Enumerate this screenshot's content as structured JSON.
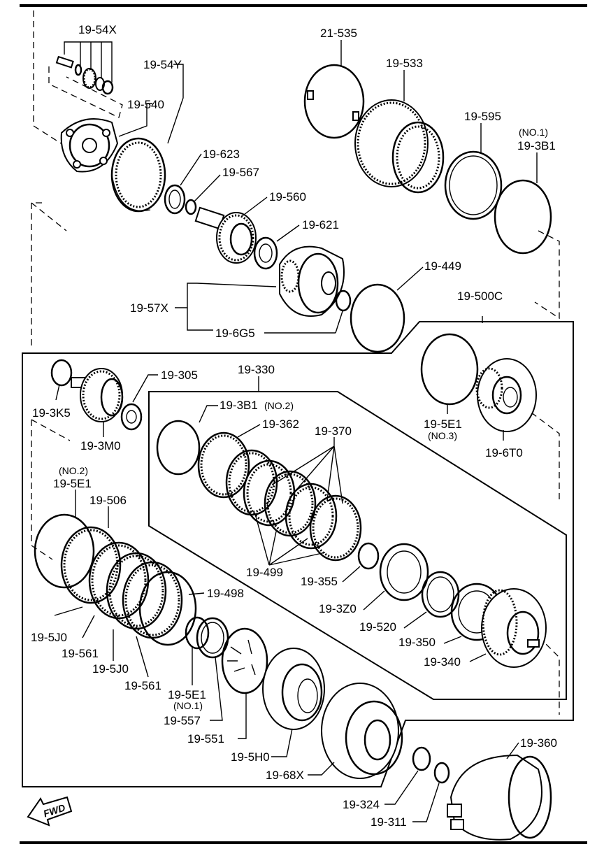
{
  "labels": {
    "p19_54X": "19-54X",
    "p19_54Y": "19-54Y",
    "p19_540": "19-540",
    "p21_535": "21-535",
    "p19_533": "19-533",
    "p19_595": "19-595",
    "p19_3B1_no1_note": "(NO.1)",
    "p19_3B1_no1": "19-3B1",
    "p19_623": "19-623",
    "p19_567": "19-567",
    "p19_560": "19-560",
    "p19_621": "19-621",
    "p19_449": "19-449",
    "p19_500C": "19-500C",
    "p19_57X": "19-57X",
    "p19_6G5": "19-6G5",
    "p19_305": "19-305",
    "p19_330": "19-330",
    "p19_3K5": "19-3K5",
    "p19_3B1_no2": "19-3B1",
    "p19_3B1_no2_note": "(NO.2)",
    "p19_362": "19-362",
    "p19_370": "19-370",
    "p19_5E1_no3": "19-5E1",
    "p19_5E1_no3_note": "(NO.3)",
    "p19_6T0": "19-6T0",
    "p19_3M0": "19-3M0",
    "p19_5E1_no2_note": "(NO.2)",
    "p19_5E1_no2": "19-5E1",
    "p19_506": "19-506",
    "p19_499": "19-499",
    "p19_355": "19-355",
    "p19_3Z0": "19-3Z0",
    "p19_498": "19-498",
    "p19_520": "19-520",
    "p19_350": "19-350",
    "p19_5J0_a": "19-5J0",
    "p19_561_a": "19-561",
    "p19_340": "19-340",
    "p19_5J0_b": "19-5J0",
    "p19_561_b": "19-561",
    "p19_5E1_no1": "19-5E1",
    "p19_5E1_no1_note": "(NO.1)",
    "p19_557": "19-557",
    "p19_551": "19-551",
    "p19_5H0": "19-5H0",
    "p19_68X": "19-68X",
    "p19_360": "19-360",
    "p19_324": "19-324",
    "p19_311": "19-311"
  },
  "fwd_arrow": {
    "text": "FWD",
    "icon": "forward-arrow-icon"
  }
}
